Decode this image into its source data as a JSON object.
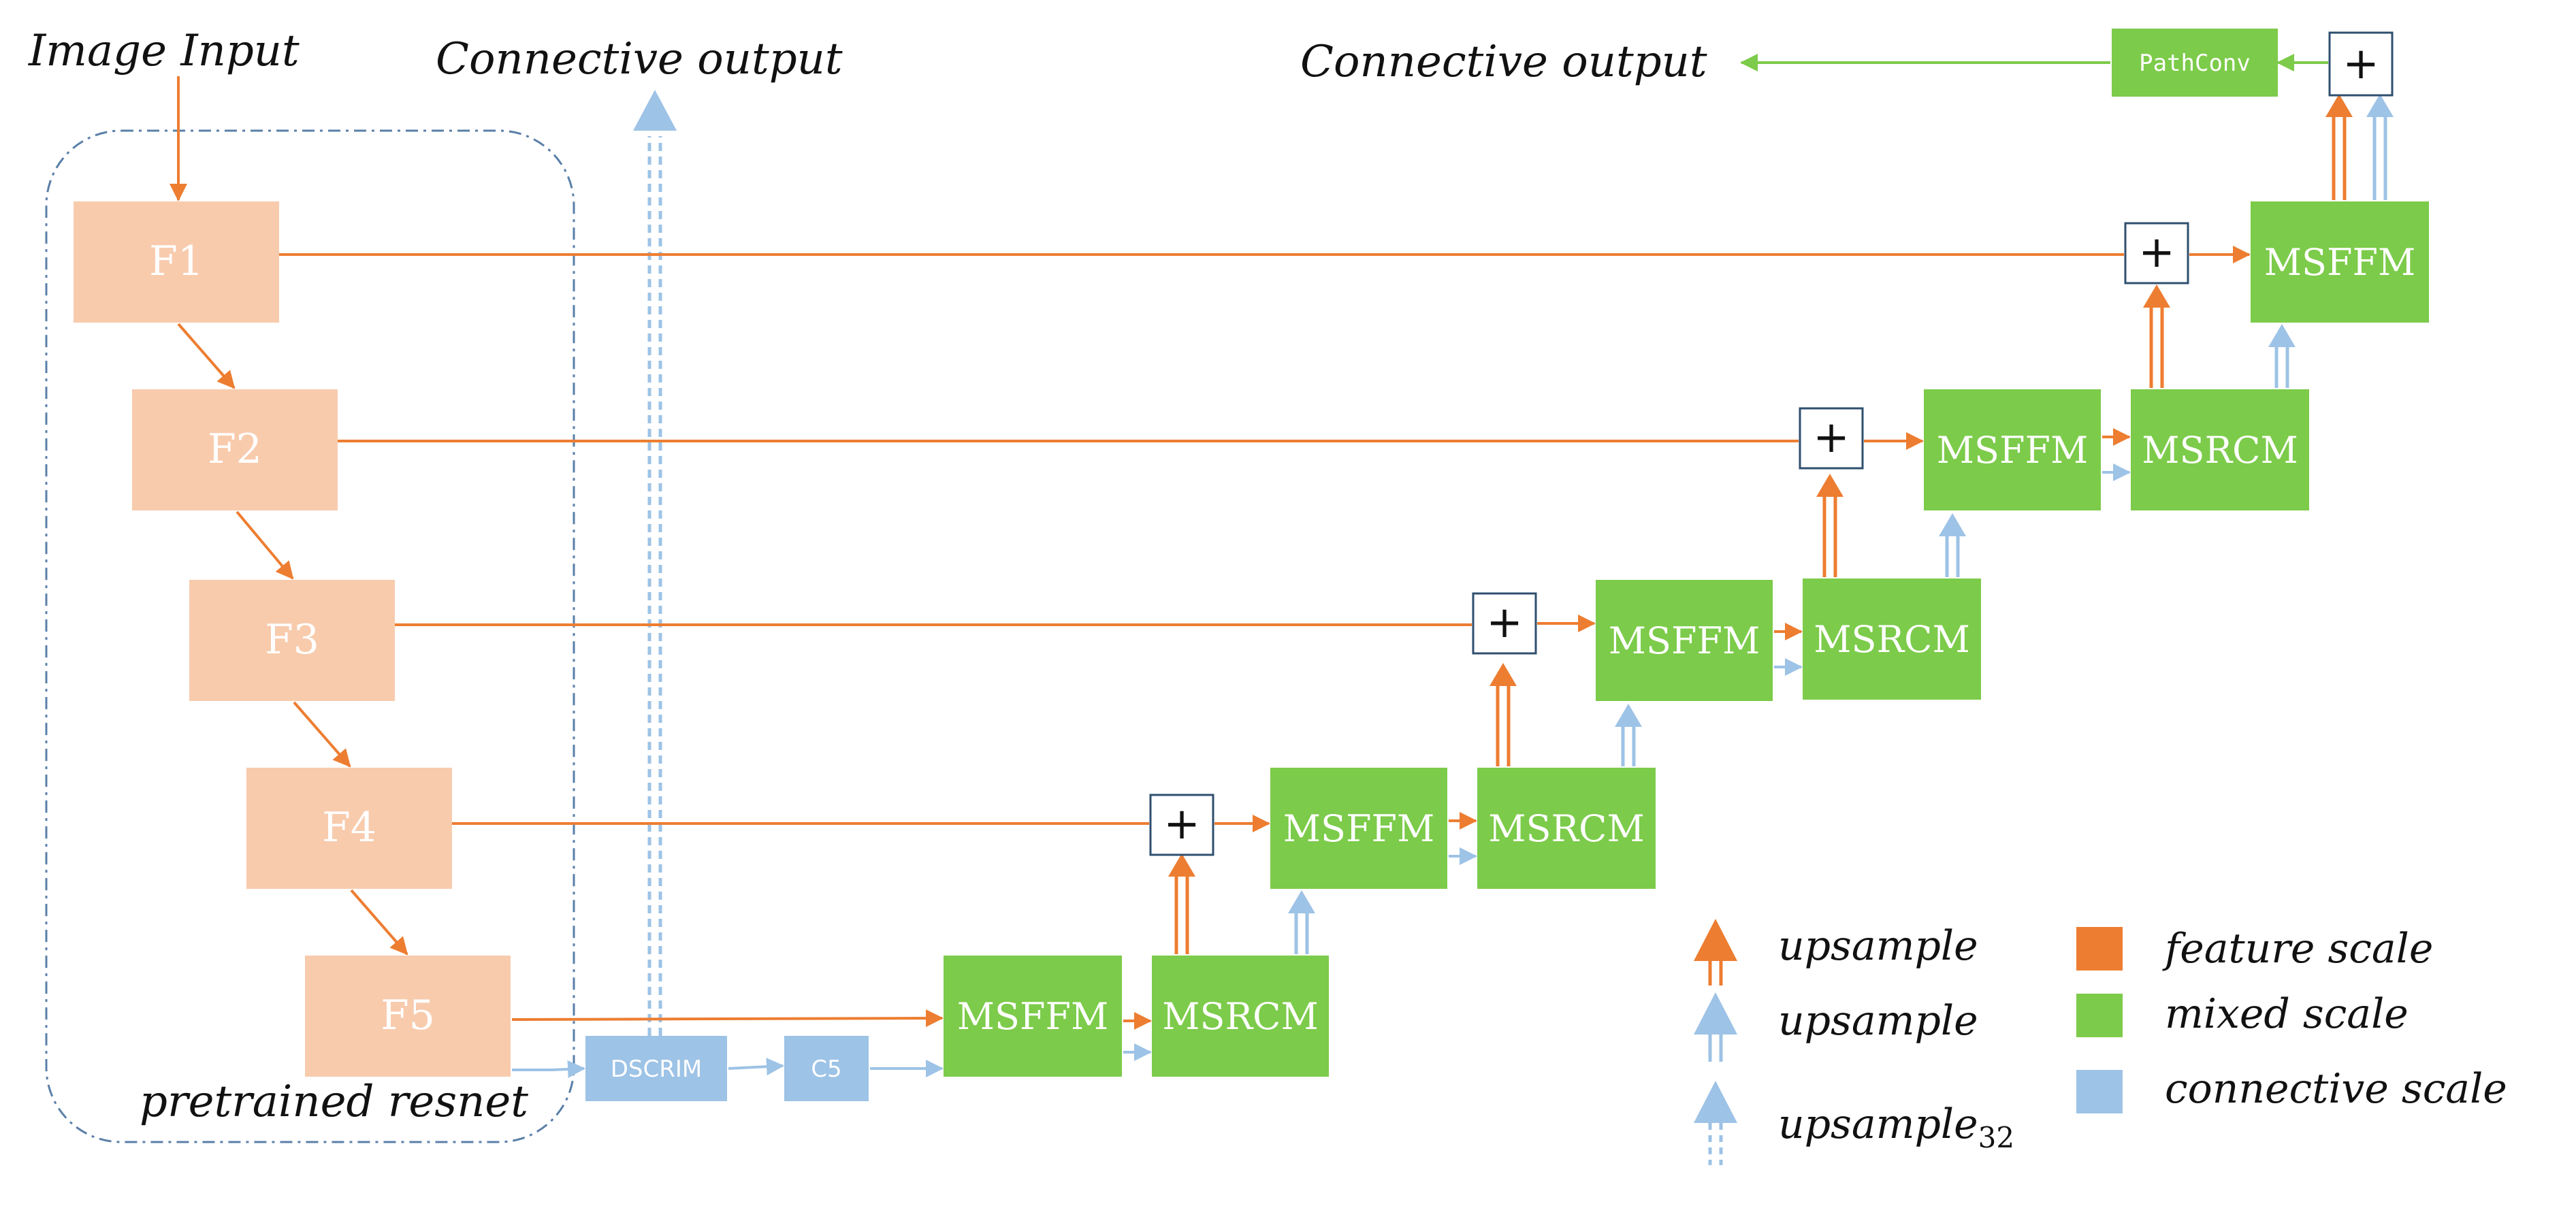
{
  "labels": {
    "image_input": "Image Input",
    "connective_output_left": "Connective output",
    "connective_output_right": "Connective output",
    "pretrained_resnet": "pretrained resnet"
  },
  "backbone": {
    "f1": "F1",
    "f2": "F2",
    "f3": "F3",
    "f4": "F4",
    "f5": "F5"
  },
  "modules": {
    "dscrim": "DSCRIM",
    "c5": "C5",
    "msffm": "MSFFM",
    "msrcm": "MSRCM",
    "pathconv": "PathConv",
    "plus": "+"
  },
  "legend": {
    "up_orange": "upsample",
    "up_blue": "upsample",
    "up_dashed": "upsample",
    "up_dashed_sub": "32",
    "feature_scale": "feature scale",
    "mixed_scale": "mixed scale",
    "connective_scale": "connective scale"
  },
  "colors": {
    "feature": "#F8CBAD",
    "mixed": "#7CCB4A",
    "connective": "#9DC3E6",
    "arrow_orange": "#ED7D31",
    "arrow_blue": "#9DC3E6",
    "arrow_green": "#7CCB4A",
    "legend_orange": "#ED7D31",
    "dash_border": "#5A7FA8"
  }
}
